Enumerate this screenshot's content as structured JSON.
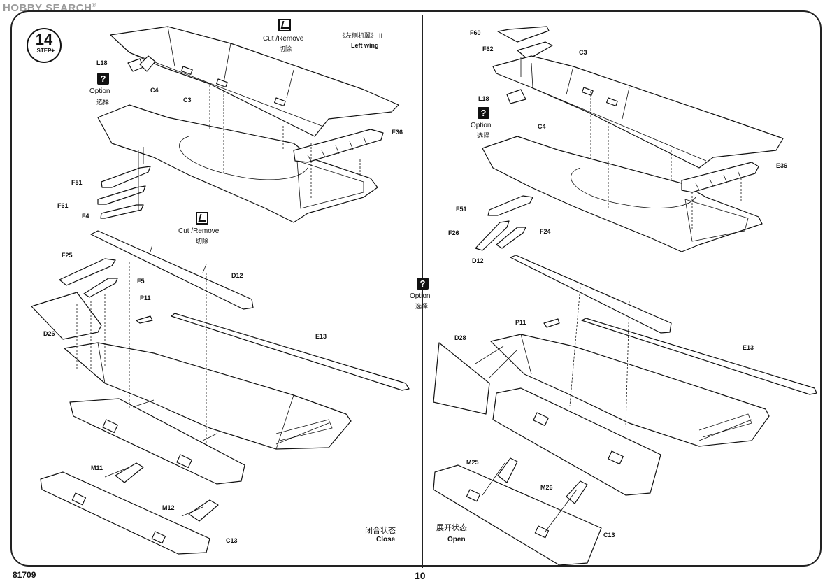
{
  "watermark": {
    "text": "HOBBY SEARCH",
    "reg": "®"
  },
  "footer": {
    "code": "81709",
    "page": "10"
  },
  "step": {
    "number": "14",
    "word": "STEP"
  },
  "left": {
    "title_zh": "《左侧机翼》 II",
    "title_en": "Left wing",
    "cut1": {
      "en": "Cut /Remove",
      "zh": "切除"
    },
    "cut2": {
      "en": "Cut /Remove",
      "zh": "切除"
    },
    "option": {
      "q": "?",
      "en": "Option",
      "zh": "选择"
    },
    "parts": {
      "L18": "L18",
      "C4": "C4",
      "C3": "C3",
      "E36": "E36",
      "F51": "F51",
      "F61": "F61",
      "F4": "F4",
      "F25": "F25",
      "F5": "F5",
      "P11": "P11",
      "D12": "D12",
      "D26": "D26",
      "E13": "E13",
      "M11": "M11",
      "M12": "M12",
      "C13": "C13"
    },
    "state_zh": "闭合状态",
    "state_en": "Close"
  },
  "right": {
    "option1": {
      "q": "?",
      "en": "Option",
      "zh": "选择"
    },
    "option_mid": {
      "q": "?",
      "en": "Option",
      "zh": "选择"
    },
    "parts": {
      "F60": "F60",
      "F62": "F62",
      "C3": "C3",
      "L18": "L18",
      "C4": "C4",
      "E36": "E36",
      "F51": "F51",
      "F26": "F26",
      "F24": "F24",
      "D12": "D12",
      "P11": "P11",
      "D28": "D28",
      "E13": "E13",
      "M25": "M25",
      "M26": "M26",
      "C13": "C13"
    },
    "state_zh": "展开状态",
    "state_en": "Open"
  }
}
